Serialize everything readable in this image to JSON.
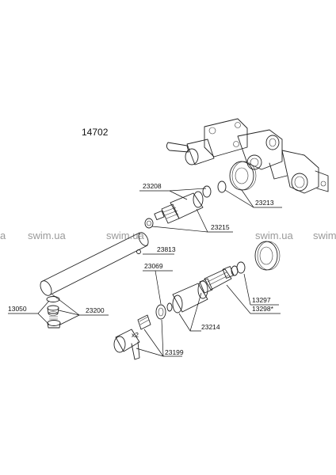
{
  "diagram": {
    "title": "14702",
    "watermarks": [
      "a",
      "swim.ua",
      "swim.ua",
      "swim.ua",
      "swim.ua"
    ],
    "part_labels": [
      "23208",
      "23213",
      "23215",
      "23813",
      "23069",
      "13050",
      "23200",
      "13297",
      "13298*",
      "23214",
      "23199",
      "x2"
    ]
  }
}
